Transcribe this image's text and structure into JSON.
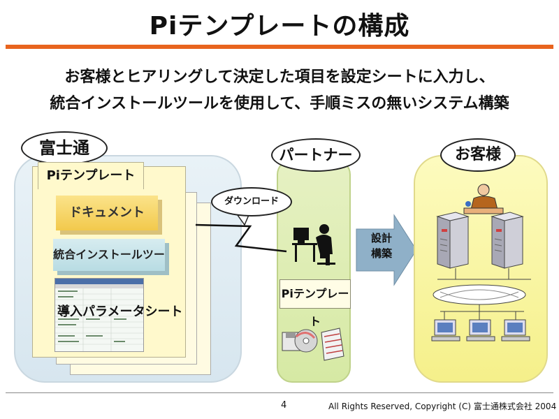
{
  "title": "Piテンプレートの構成",
  "subtitle": {
    "line1": "お客様とヒアリングして決定した項目を設定シートに入力し、",
    "line2": "統合インストールツールを使用して、手順ミスの無いシステム構築"
  },
  "fujitsu": {
    "label": "富士通",
    "template_tab": "Piテンプレート",
    "document": "ドキュメント",
    "install_tool": "統合インストールツール",
    "parameter_sheet": "導入パラメータシート"
  },
  "download_label": "ダウンロード",
  "partner": {
    "label": "パートナー",
    "template": "Piテンプレート"
  },
  "arrow": {
    "line1": "設計",
    "line2": "構築"
  },
  "customer": {
    "label": "お客様"
  },
  "footer": {
    "page": "4",
    "copyright": "All Rights Reserved, Copyright (C) 富士通株式会社 2004"
  },
  "colors": {
    "title_rule": "#e8641e",
    "fujitsu_panel": "#dfeaf2",
    "partner_panel": "#d9eaa9",
    "customer_panel": "#f7f28f",
    "arrow": "#8fb0c8"
  }
}
